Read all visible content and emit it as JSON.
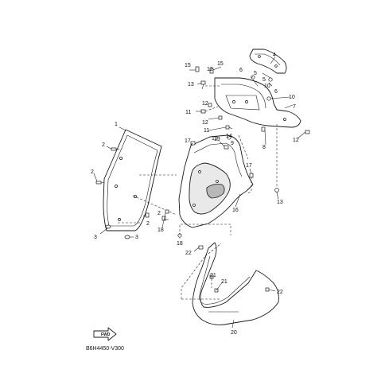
{
  "diagram": {
    "code": "B6H4450-V300",
    "fwd_label": "FWD",
    "callouts": {
      "c1": "1",
      "c2a": "2",
      "c2b": "2",
      "c2c": "2",
      "c2d": "2",
      "c3a": "3",
      "c3b": "3",
      "c4": "4",
      "c5a": "5",
      "c5b": "5",
      "c6a": "6",
      "c6b": "6",
      "c7": "7",
      "c8": "8",
      "c9": "9",
      "c10a": "10",
      "c10b": "10",
      "c11a": "11",
      "c11b": "11",
      "c12a": "12",
      "c12b": "12",
      "c12c": "12",
      "c12d": "12",
      "c12e": "12",
      "c13a": "13",
      "c13b": "13",
      "c14": "14",
      "c15a": "15",
      "c15b": "15",
      "c16": "16",
      "c17a": "17",
      "c17b": "17",
      "c18a": "18",
      "c18b": "18",
      "c19": "19",
      "c20": "20",
      "c21a": "21",
      "c21b": "21",
      "c22a": "22",
      "c22b": "22"
    }
  }
}
